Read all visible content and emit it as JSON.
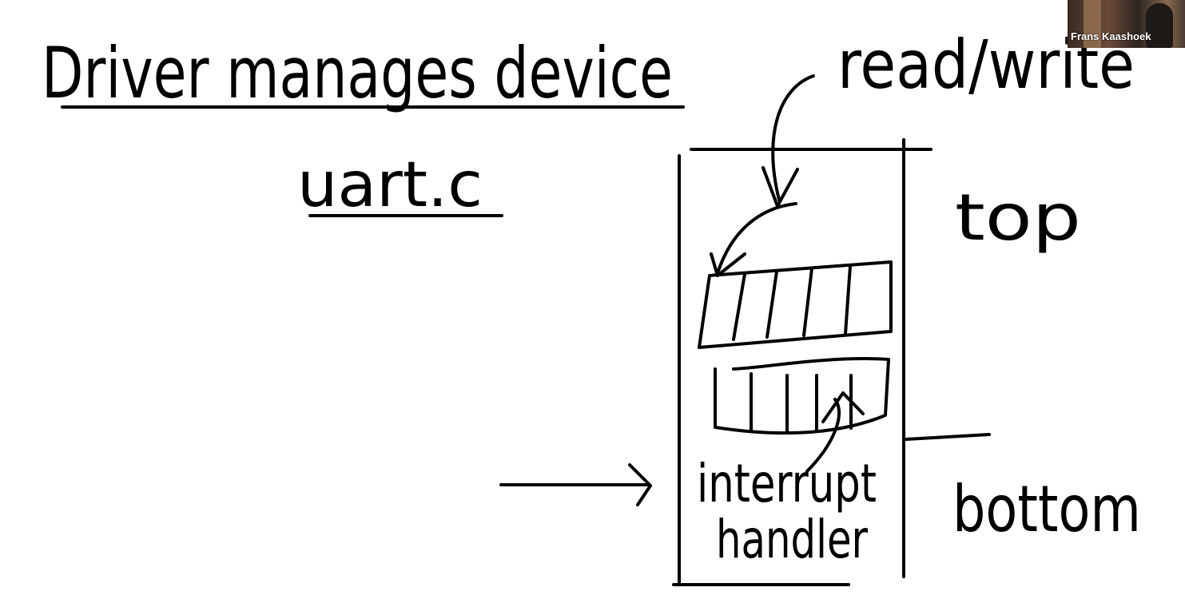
{
  "whiteboard": {
    "title": "Driver manages device",
    "file_label": "uart.c",
    "top_label": "read/write",
    "top_section_label": "top",
    "bottom_section_label": "bottom",
    "handler_line1": "interrupt",
    "handler_line2": "handler"
  },
  "video": {
    "participant_name": "Frans Kaashoek"
  },
  "colors": {
    "ink": "#000000",
    "background": "#ffffff"
  }
}
